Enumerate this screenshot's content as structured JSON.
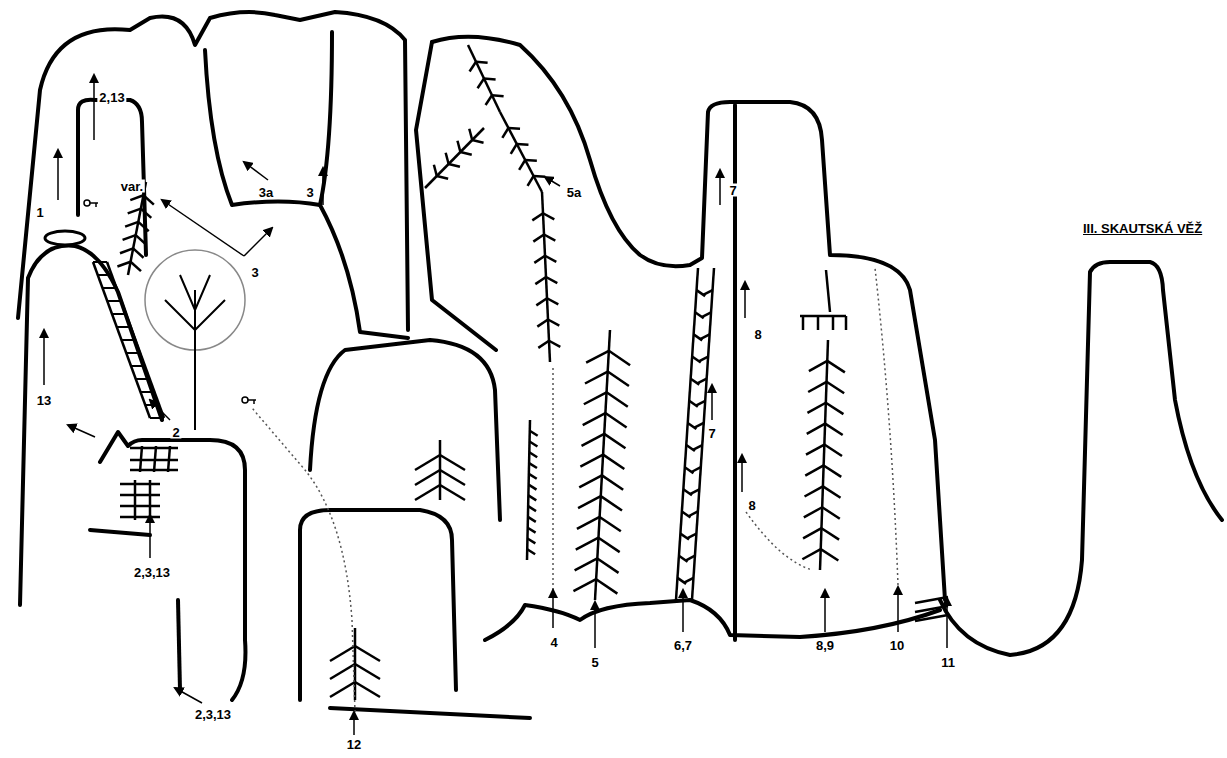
{
  "diagram": {
    "title": "III. SKAUTSKÁ VĚŽ",
    "labels": [
      "2,13",
      "var.",
      "3a",
      "3",
      "5a",
      "7",
      "1",
      "3",
      "8",
      "13",
      "2",
      "7",
      "8",
      "2,3,13",
      "4",
      "6,7",
      "8,9",
      "10",
      "5",
      "11",
      "2,3,13",
      "12"
    ]
  }
}
